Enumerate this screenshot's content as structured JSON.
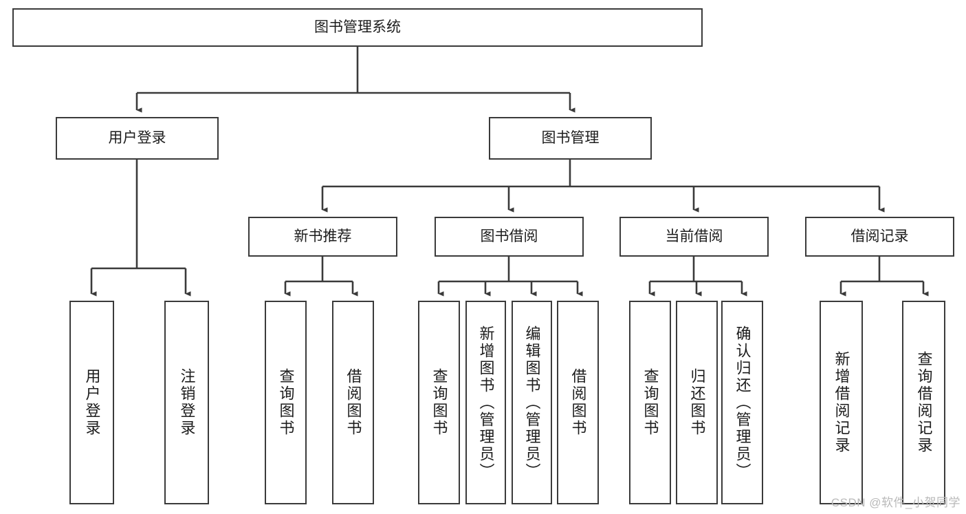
{
  "diagram": {
    "title": "图书管理系统",
    "type": "tree-hierarchy",
    "watermark": "CSDN @软件_小贺同学",
    "colors": {
      "node_border": "#3a3a3a",
      "node_fill": "#ffffff",
      "edge": "#3a3a3a",
      "text": "#1c1c1c",
      "watermark": "#b9b9b9",
      "background": "#ffffff"
    },
    "nodes": {
      "root": {
        "label": "图书管理系统"
      },
      "level2": [
        {
          "id": "user-login",
          "label": "用户登录"
        },
        {
          "id": "book-manage",
          "label": "图书管理"
        }
      ],
      "level3": [
        {
          "id": "new-book-rec",
          "label": "新书推荐"
        },
        {
          "id": "book-borrow",
          "label": "图书借阅"
        },
        {
          "id": "current-borrow",
          "label": "当前借阅"
        },
        {
          "id": "borrow-record",
          "label": "借阅记录"
        }
      ],
      "leaves": {
        "user_login": [
          {
            "id": "leaf-user-login",
            "label": "用户登录"
          },
          {
            "id": "leaf-logout",
            "label": "注销登录"
          }
        ],
        "new_book_rec": [
          {
            "id": "leaf-query-book-1",
            "label": "查询图书"
          },
          {
            "id": "leaf-borrow-book-1",
            "label": "借阅图书"
          }
        ],
        "book_borrow": [
          {
            "id": "leaf-query-book-2",
            "label": "查询图书"
          },
          {
            "id": "leaf-add-book",
            "label": "新增图书（管理员）"
          },
          {
            "id": "leaf-edit-book",
            "label": "编辑图书（管理员）"
          },
          {
            "id": "leaf-borrow-book-2",
            "label": "借阅图书"
          }
        ],
        "current_borrow": [
          {
            "id": "leaf-query-book-3",
            "label": "查询图书"
          },
          {
            "id": "leaf-return-book",
            "label": "归还图书"
          },
          {
            "id": "leaf-confirm-return",
            "label": "确认归还（管理员）"
          }
        ],
        "borrow_record": [
          {
            "id": "leaf-add-record",
            "label": "新增借阅记录"
          },
          {
            "id": "leaf-query-record",
            "label": "查询借阅记录"
          }
        ]
      }
    },
    "edges": [
      {
        "from": "图书管理系统",
        "to": "用户登录"
      },
      {
        "from": "图书管理系统",
        "to": "图书管理"
      },
      {
        "from": "图书管理",
        "to": "新书推荐"
      },
      {
        "from": "图书管理",
        "to": "图书借阅"
      },
      {
        "from": "图书管理",
        "to": "当前借阅"
      },
      {
        "from": "图书管理",
        "to": "借阅记录"
      },
      {
        "from": "用户登录",
        "to": "用户登录"
      },
      {
        "from": "用户登录",
        "to": "注销登录"
      },
      {
        "from": "新书推荐",
        "to": "查询图书"
      },
      {
        "from": "新书推荐",
        "to": "借阅图书"
      },
      {
        "from": "图书借阅",
        "to": "查询图书"
      },
      {
        "from": "图书借阅",
        "to": "新增图书（管理员）"
      },
      {
        "from": "图书借阅",
        "to": "编辑图书（管理员）"
      },
      {
        "from": "图书借阅",
        "to": "借阅图书"
      },
      {
        "from": "当前借阅",
        "to": "查询图书"
      },
      {
        "from": "当前借阅",
        "to": "归还图书"
      },
      {
        "from": "当前借阅",
        "to": "确认归还（管理员）"
      },
      {
        "from": "借阅记录",
        "to": "新增借阅记录"
      },
      {
        "from": "借阅记录",
        "to": "查询借阅记录"
      }
    ]
  }
}
